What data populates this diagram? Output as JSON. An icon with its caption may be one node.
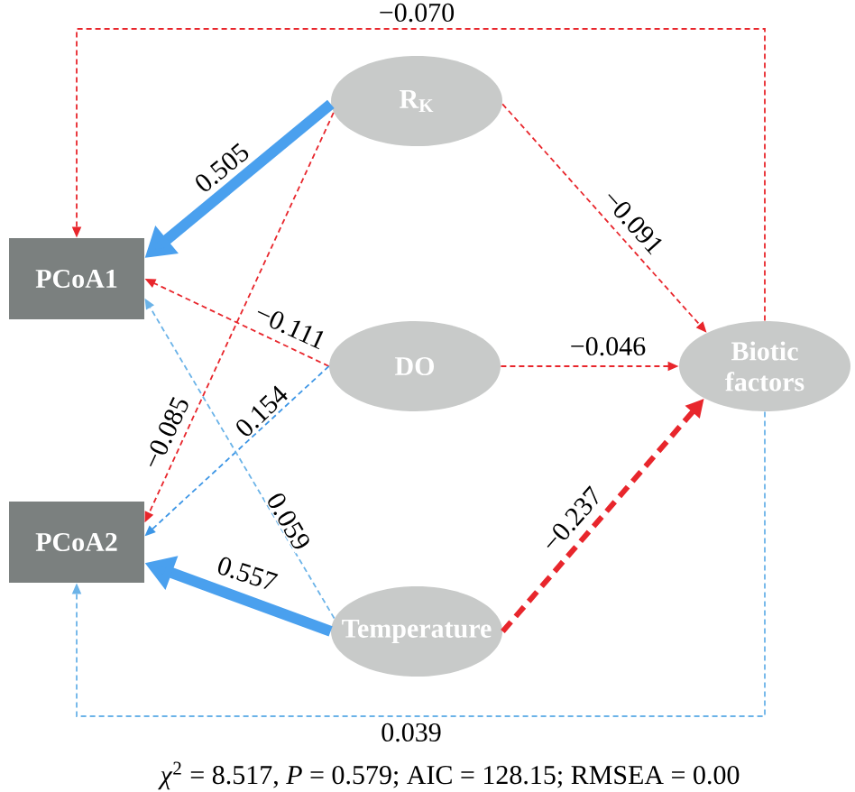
{
  "diagram": {
    "nodes": [
      {
        "text": [
          "PCoA1"
        ]
      },
      {
        "text": [
          "PCoA2"
        ]
      },
      {
        "text": [
          "R$_{K}$"
        ]
      },
      {
        "text": [
          "DO"
        ]
      },
      {
        "text": [
          "Temperature"
        ]
      },
      {
        "text": [
          "Biotic factors"
        ]
      }
    ],
    "edges": [
      {
        "from": 5,
        "to": 0,
        "arrow": "to",
        "label": "−0.070",
        "style": "dashed",
        "color": "#e8262c"
      },
      {
        "from": 2,
        "to": 0,
        "arrow": "to",
        "label": "0.505",
        "style": "thick",
        "color": "#4aa0ee"
      },
      {
        "from": 2,
        "to": 1,
        "arrow": "to",
        "label": "−0.085",
        "style": "dashed",
        "color": "#e8262c"
      },
      {
        "from": 2,
        "to": 5,
        "arrow": "to",
        "label": "−0.091",
        "style": "dashed",
        "color": "#e8262c"
      },
      {
        "from": 3,
        "to": 0,
        "arrow": "to",
        "label": "−0.111",
        "style": "dashed",
        "color": "#e8262c"
      },
      {
        "from": 3,
        "to": 5,
        "arrow": "to",
        "label": "−0.046",
        "style": "dashed",
        "color": "#e8262c"
      },
      {
        "from": 3,
        "to": 1,
        "arrow": "to",
        "label": "0.154",
        "style": "dashed",
        "color": "#3d96e6"
      },
      {
        "from": 4,
        "to": 0,
        "arrow": "to",
        "label": "0.059",
        "style": "dashed",
        "color": "#6bb3e8"
      },
      {
        "from": 4,
        "to": 1,
        "arrow": "to",
        "label": "0.557",
        "style": "thick",
        "color": "#4aa0ee"
      },
      {
        "from": 4,
        "to": 5,
        "arrow": "to",
        "label": "−0.237",
        "style": "dashed",
        "color": "#e8262c"
      },
      {
        "from": 5,
        "to": 1,
        "arrow": "to",
        "label": "0.039",
        "style": "dashed",
        "color": "#6bb3e8"
      }
    ],
    "caption": "*χ*$^{2}$ = 8.517, *P* = 0.579; AIC = 128.15; RMSEA = 0.00"
  }
}
